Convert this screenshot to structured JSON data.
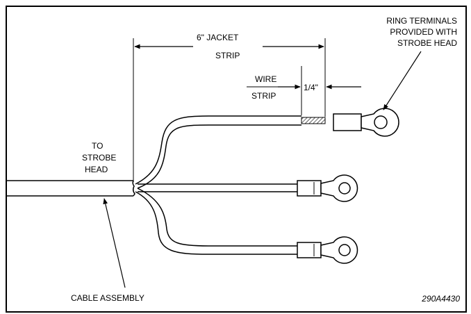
{
  "labels": {
    "jacket_strip_1": "6\"  JACKET",
    "jacket_strip_2": "STRIP",
    "wire_strip_1": "WIRE",
    "wire_strip_2": "STRIP",
    "quarter_inch": "1/4\"",
    "ring_1": "RING TERMINALS",
    "ring_2": "PROVIDED WITH",
    "ring_3": "STROBE HEAD",
    "to_1": "TO",
    "to_2": "STROBE",
    "to_3": "HEAD",
    "cable_assembly": "CABLE ASSEMBLY",
    "drawing_number": "290A4430"
  },
  "icons": [
    "cable-icon",
    "wire-icon",
    "ring-terminal-icon",
    "arrow-icon"
  ],
  "colors": {
    "line": "#000000",
    "background": "#ffffff"
  }
}
